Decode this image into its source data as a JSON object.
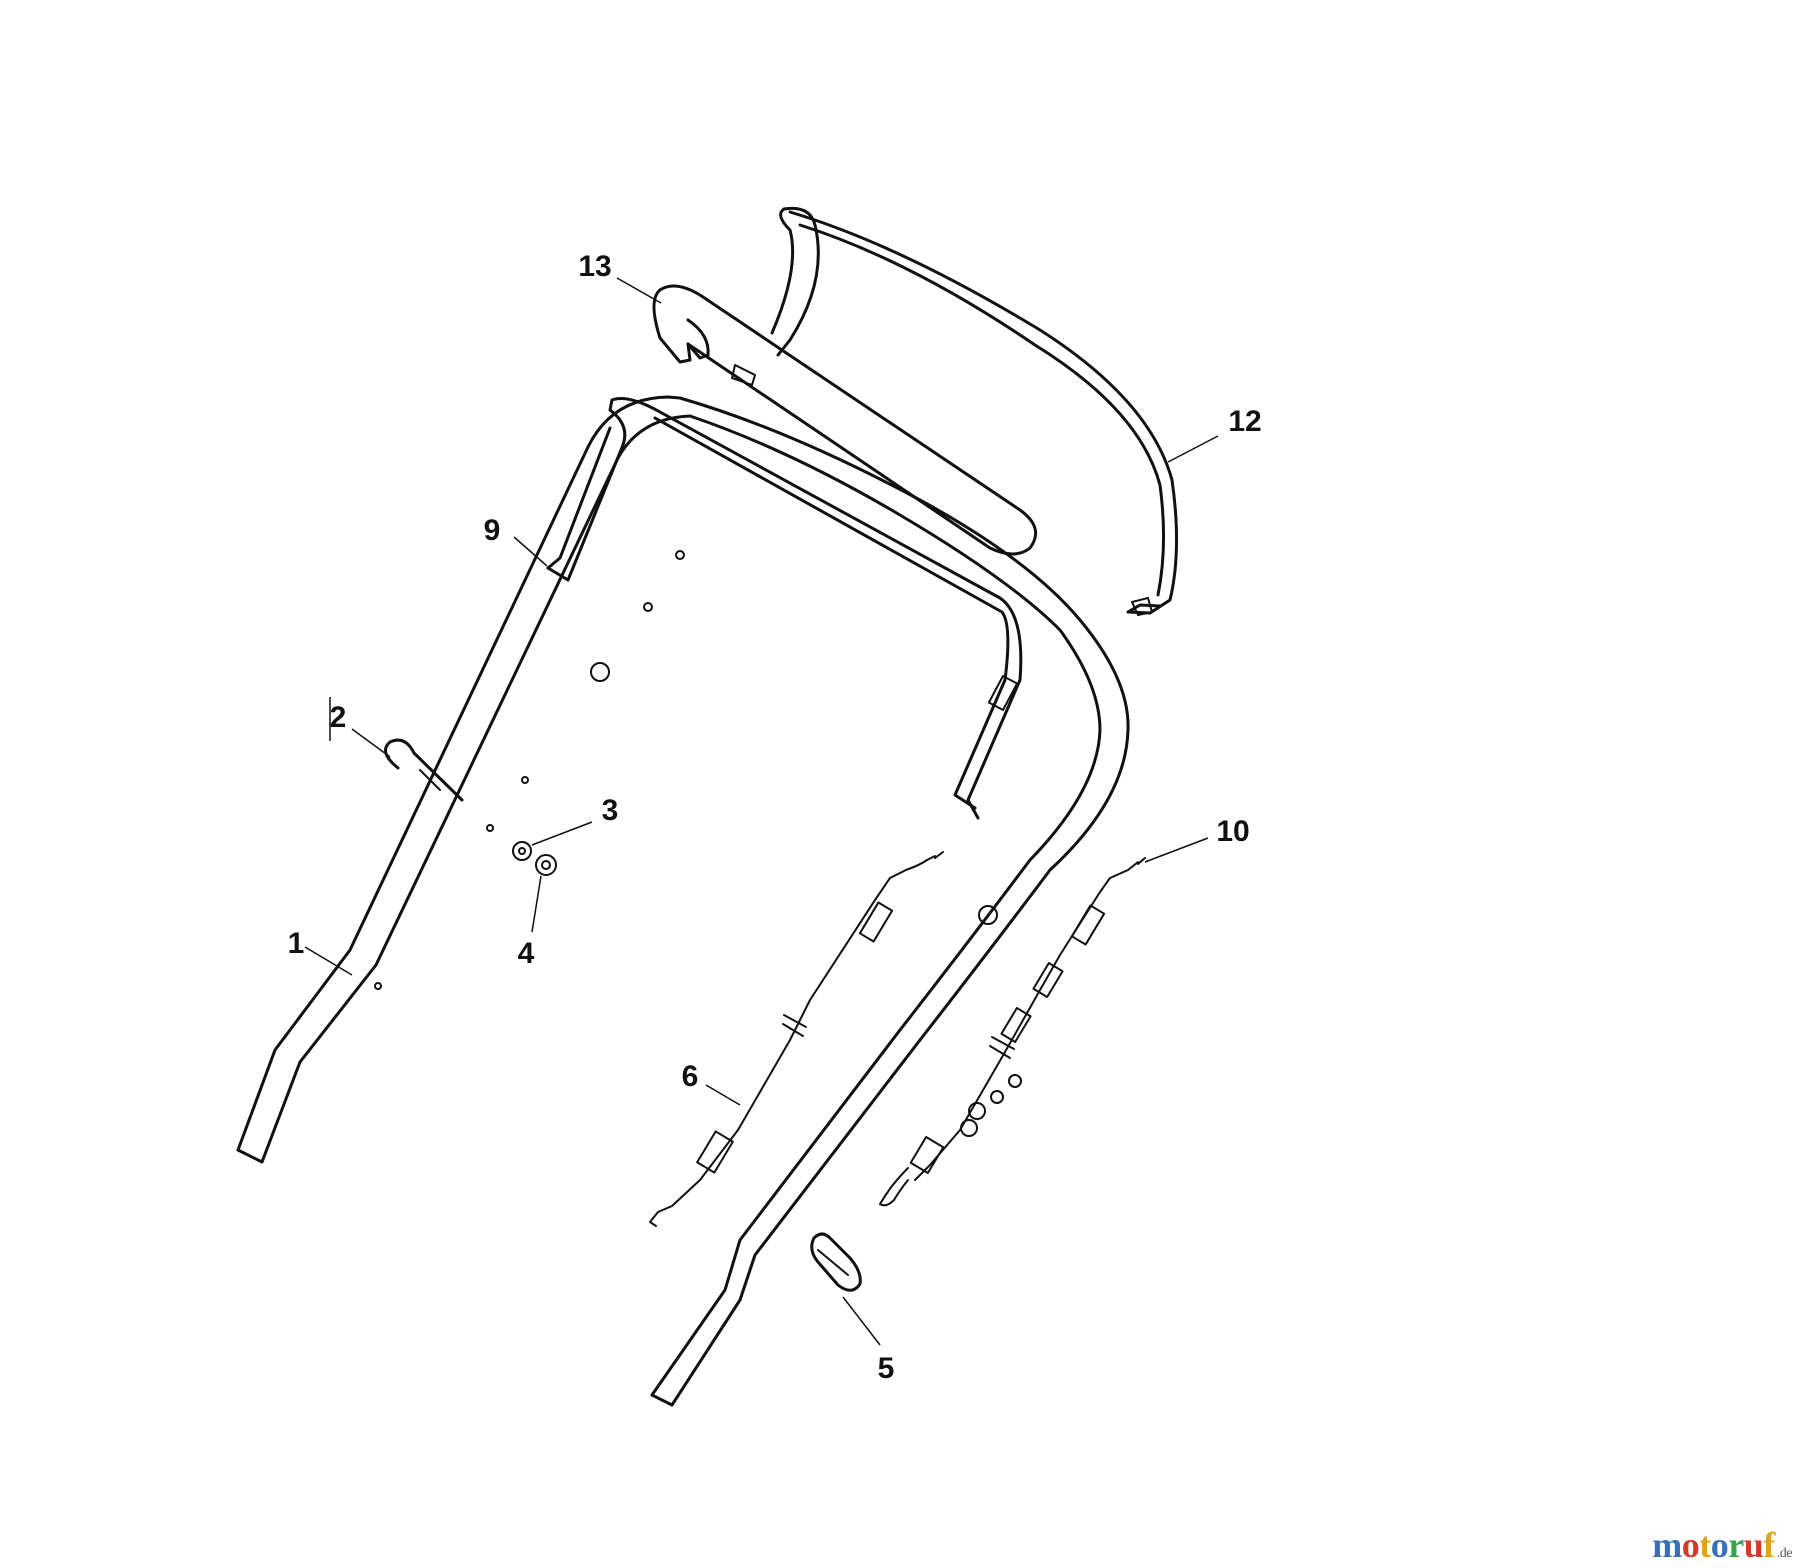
{
  "diagram": {
    "callouts": {
      "part_1": "1",
      "part_2": "2",
      "part_3": "3",
      "part_4": "4",
      "part_5": "5",
      "part_6": "6",
      "part_9": "9",
      "part_10": "10",
      "part_12": "12",
      "part_13": "13"
    }
  },
  "watermark": {
    "letters": [
      "m",
      "o",
      "t",
      "o",
      "r",
      "u",
      "f"
    ],
    "letter_colors": [
      "#3a6fb5",
      "#d23a2a",
      "#e0a419",
      "#3a6fb5",
      "#3aa34a",
      "#d23a2a",
      "#e0a419"
    ],
    "tld": ".de"
  }
}
